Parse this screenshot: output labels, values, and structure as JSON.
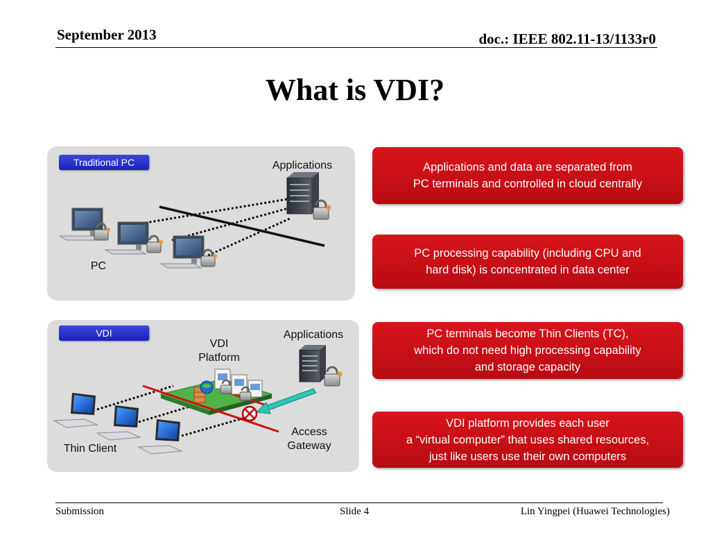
{
  "header": {
    "date": "September 2013",
    "doc": "doc.: IEEE 802.11-13/1133r0"
  },
  "title": "What is VDI?",
  "panel_traditional": {
    "tag": "Traditional PC",
    "applications_label": "Applications",
    "pc_label": "PC"
  },
  "panel_vdi": {
    "tag": "VDI",
    "applications_label": "Applications",
    "platform_label_line1": "VDI",
    "platform_label_line2": "Platform",
    "gateway_label_line1": "Access",
    "gateway_label_line2": "Gateway",
    "thin_client_label": "Thin Client"
  },
  "boxes": [
    "Applications and data are separated from\nPC terminals and controlled in cloud centrally",
    "PC processing capability (including CPU and\nhard disk) is concentrated in data center",
    "PC terminals become Thin Clients (TC),\nwhich do not need high processing capability\nand storage capacity",
    "VDI platform provides each user\na “virtual computer” that uses shared resources,\njust like users use their own computers"
  ],
  "footer": {
    "left": "Submission",
    "center": "Slide 4",
    "right": "Lin Yingpei (Huawei Technologies)"
  }
}
